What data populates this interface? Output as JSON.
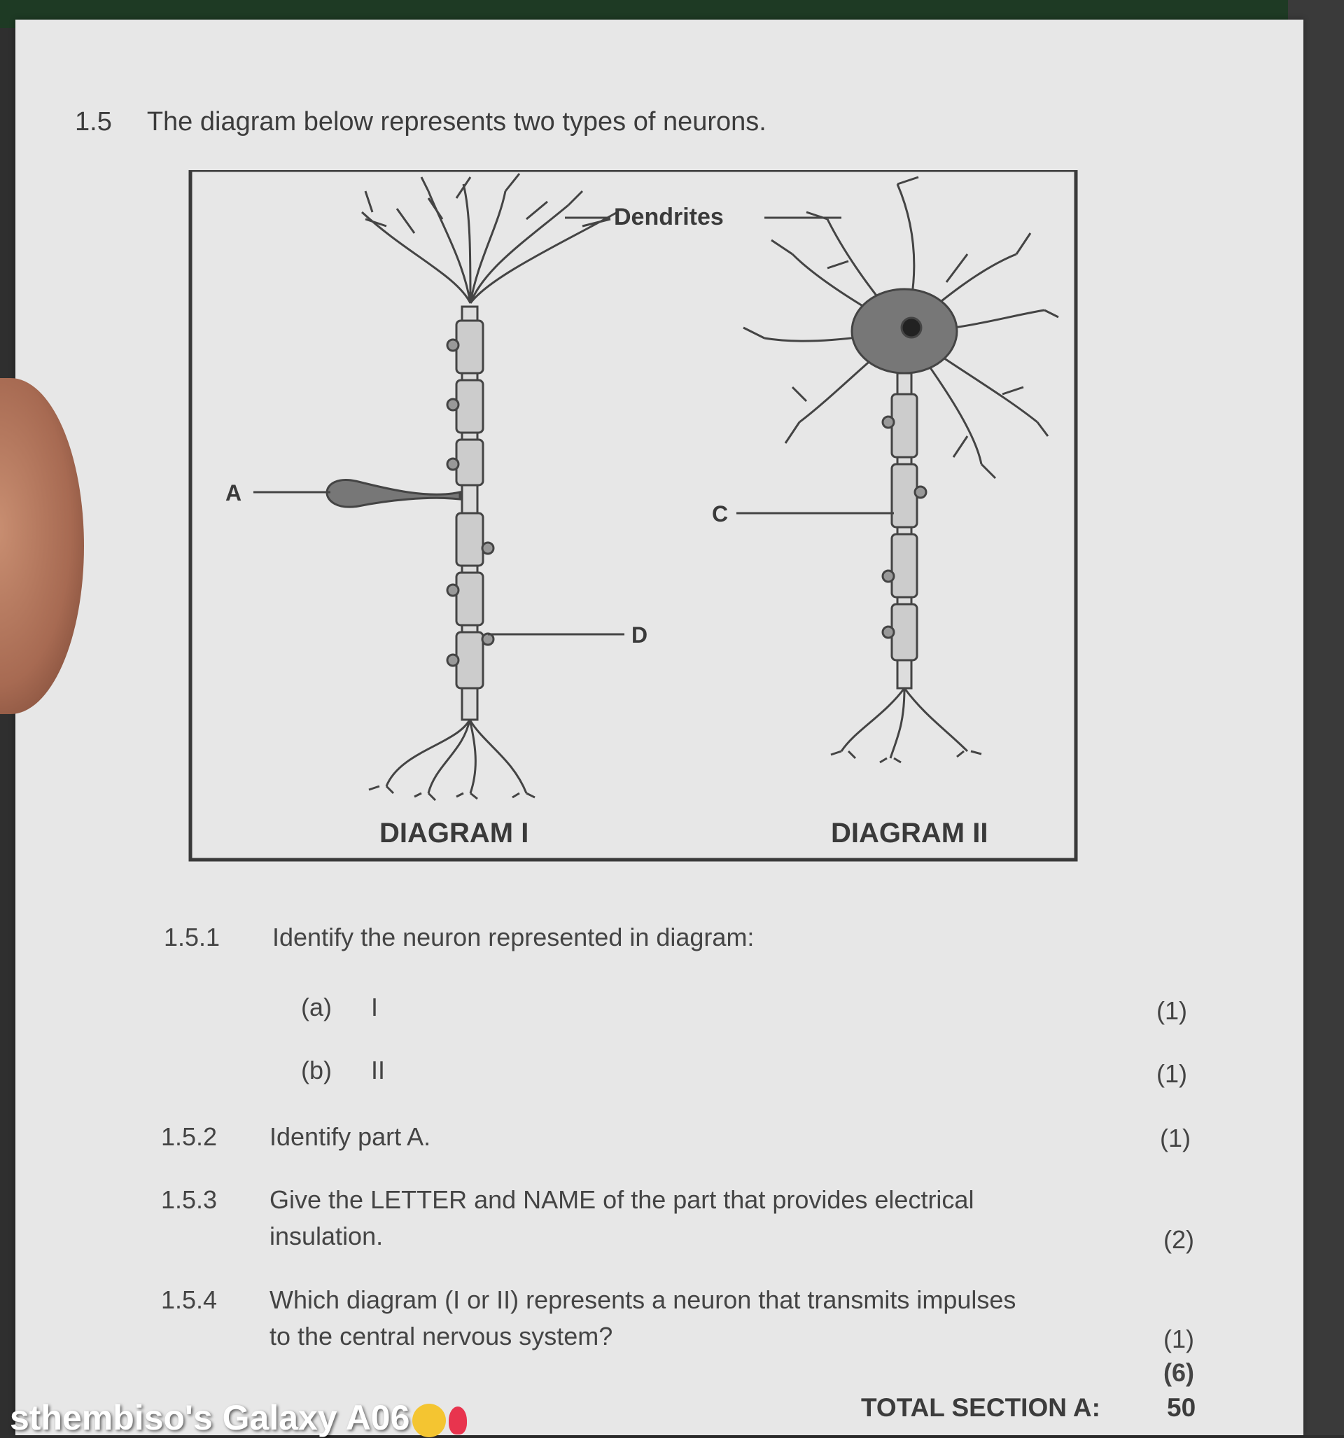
{
  "question": {
    "number": "1.5",
    "stem": "The diagram below represents two types of neurons."
  },
  "diagram": {
    "label_dendrites": "Dendrites",
    "label_a": "A",
    "label_c": "C",
    "label_d": "D",
    "caption_1": "DIAGRAM I",
    "caption_2": "DIAGRAM II"
  },
  "subquestions": {
    "q151": {
      "number": "1.5.1",
      "text": "Identify the neuron represented in diagram:"
    },
    "q151a": {
      "label": "(a)",
      "text": "I",
      "mark": "(1)"
    },
    "q151b": {
      "label": "(b)",
      "text": "II",
      "mark": "(1)"
    },
    "q152": {
      "number": "1.5.2",
      "text": "Identify part A.",
      "mark": "(1)"
    },
    "q153": {
      "number": "1.5.3",
      "text_line1": "Give the LETTER and NAME of the part that provides electrical",
      "text_line2": "insulation.",
      "mark": "(2)"
    },
    "q154": {
      "number": "1.5.4",
      "text_line1": "Which diagram (I or II) represents a neuron that transmits impulses",
      "text_line2": "to the central nervous system?",
      "mark": "(1)"
    }
  },
  "totals": {
    "question_total": "(6)",
    "section_label": "TOTAL SECTION A:",
    "section_total": "50"
  },
  "watermark": {
    "text": "sthembiso's Galaxy A06"
  }
}
